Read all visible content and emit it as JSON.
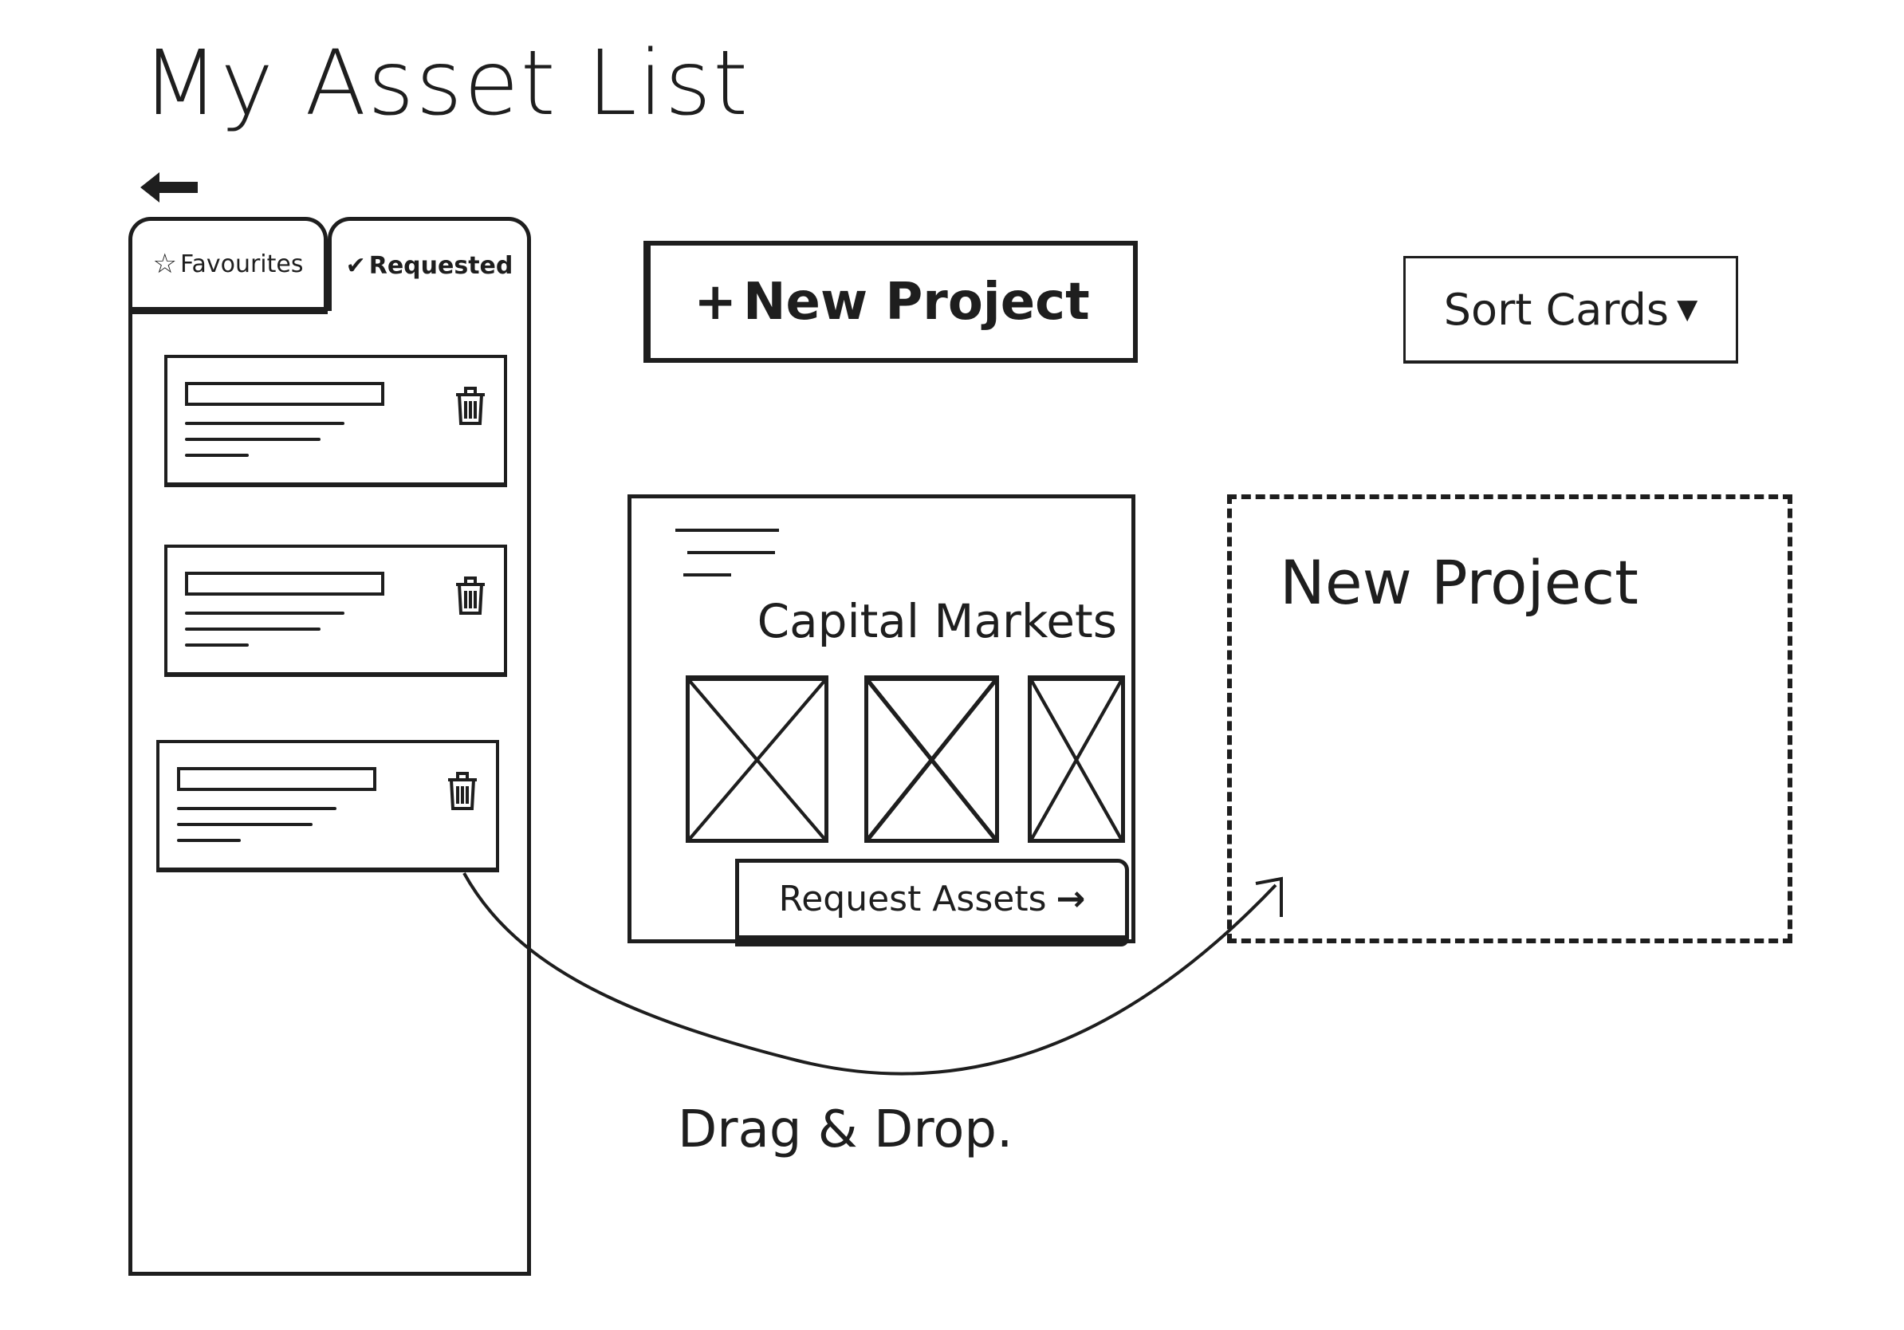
{
  "page": {
    "title": "My Asset List"
  },
  "nav": {
    "back_icon": "arrow-left-icon"
  },
  "sidebar": {
    "tabs": [
      {
        "label": "Favourites",
        "icon": "star-icon"
      },
      {
        "label": "Requested",
        "icon": "check-icon"
      }
    ],
    "cards": [
      {
        "icon": "trash-icon"
      },
      {
        "icon": "trash-icon"
      },
      {
        "icon": "trash-icon"
      }
    ]
  },
  "toolbar": {
    "new_project_label": "New Project",
    "new_project_icon": "+",
    "sort_label": "Sort Cards",
    "sort_icon": "▼"
  },
  "projects": [
    {
      "title": "Capital Markets",
      "button_label": "Request Assets",
      "button_icon": "→"
    }
  ],
  "drop_zone": {
    "title": "New Project"
  },
  "annotation": {
    "label": "Drag & Drop."
  }
}
